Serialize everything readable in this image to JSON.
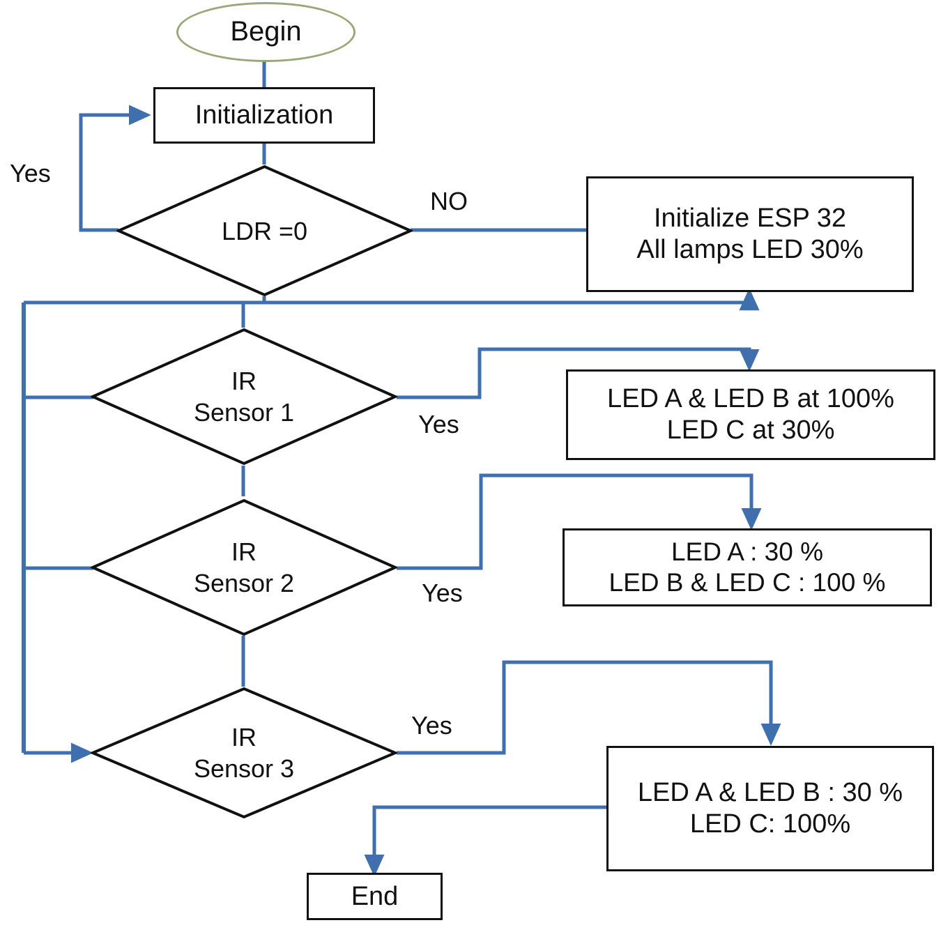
{
  "diagram": {
    "title": "LED lighting control flowchart",
    "colors": {
      "wire": "#3f6fad",
      "shape_stroke": "#111111",
      "terminal_stroke": "#99a878",
      "background": "#ffffff"
    },
    "nodes": {
      "begin": {
        "label": "Begin",
        "shape": "oval"
      },
      "initialization": {
        "label": "Initialization",
        "shape": "rectangle"
      },
      "ldr_decision": {
        "label": "LDR =0",
        "shape": "diamond"
      },
      "init_esp": {
        "label": "Initialize ESP 32\nAll lamps LED 30%",
        "shape": "rectangle"
      },
      "ir_sensor_1": {
        "label": "IR\nSensor 1",
        "shape": "diamond"
      },
      "action_1": {
        "label": "LED A & LED B at 100%\nLED C  at 30%",
        "shape": "rectangle"
      },
      "ir_sensor_2": {
        "label": "IR\nSensor 2",
        "shape": "diamond"
      },
      "action_2": {
        "label": "LED A : 30 %\nLED B  & LED C : 100 %",
        "shape": "rectangle"
      },
      "ir_sensor_3": {
        "label": "IR\nSensor 3",
        "shape": "diamond"
      },
      "action_3": {
        "label": "LED A & LED B : 30 %\nLED C: 100%",
        "shape": "rectangle"
      },
      "end": {
        "label": "End",
        "shape": "rectangle"
      }
    },
    "edge_labels": {
      "ldr_yes": "Yes",
      "ldr_no": "NO",
      "sensor1_yes": "Yes",
      "sensor2_yes": "Yes",
      "sensor3_yes": "Yes"
    }
  }
}
